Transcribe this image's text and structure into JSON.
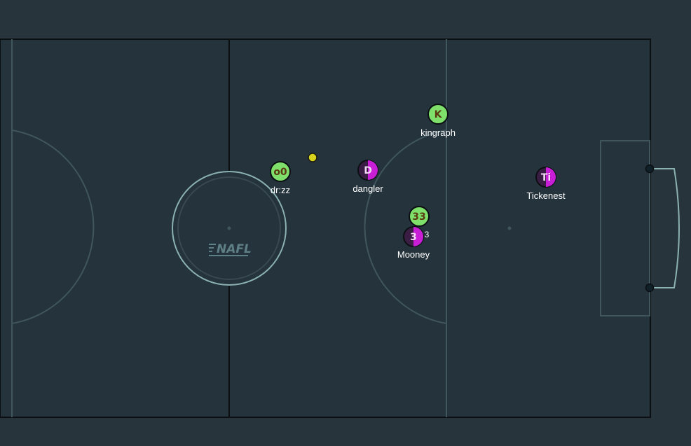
{
  "logo": {
    "text": "NAFL"
  },
  "ball": {
    "color": "#d7d21c"
  },
  "teams": {
    "green": {
      "fill": "#7ee06a",
      "text_color": "#5a3a12"
    },
    "purple": {
      "fill": "#c81fd6",
      "dark": "#3a1d42",
      "text_color": "#f2d8f5"
    }
  },
  "players": [
    {
      "id": "drzz",
      "badge": "o0",
      "name": "dr:zz",
      "team": "green"
    },
    {
      "id": "kingraph",
      "badge": "K",
      "name": "kingraph",
      "team": "green"
    },
    {
      "id": "player33",
      "badge": "33",
      "name": "",
      "team": "green"
    },
    {
      "id": "dangler",
      "badge": "D",
      "name": "dangler",
      "team": "purple"
    },
    {
      "id": "mooney",
      "badge": "3",
      "name": "Mooney",
      "team": "purple",
      "extra": "3"
    },
    {
      "id": "tickenest",
      "badge": "Ti",
      "name": "Tickenest",
      "team": "purple"
    }
  ]
}
